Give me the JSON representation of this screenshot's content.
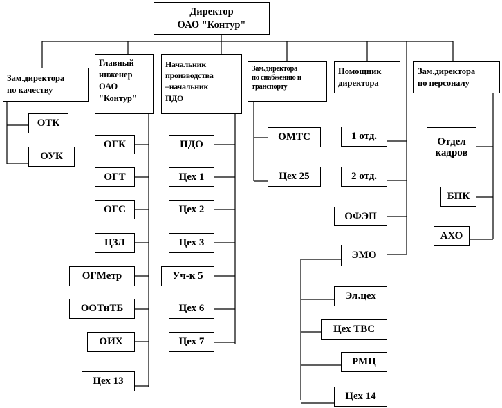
{
  "director": "Директор\nОАО \"Контур\"",
  "heads": {
    "quality": "Зам.директора\nпо качеству",
    "chief_engineer": "Главный\nинженер\nОАО\n\"Контур\"",
    "production": "Начальник\nпроизводства\n–начальник\nПДО",
    "supply": "Зам.директора\nпо снабжению и\nтранспорту",
    "assistant": "Помощник\nдиректора",
    "personnel": "Зам.директора\nпо персоналу"
  },
  "quality_units": [
    "ОТК",
    "ОУК"
  ],
  "engineer_units": [
    "ОГК",
    "ОГТ",
    "ОГС",
    "ЦЗЛ",
    "ОГМетр",
    "ООТиТБ",
    "ОИХ",
    "Цех 13"
  ],
  "production_units": [
    "ПДО",
    "Цех 1",
    "Цех 2",
    "Цех 3",
    "Уч-к 5",
    "Цех 6",
    "Цех 7"
  ],
  "supply_units": [
    "ОМТС",
    "Цех 25"
  ],
  "assistant_units": [
    "1 отд.",
    "2 отд.",
    "ОФЭП",
    "ЭМО"
  ],
  "emo_units": [
    "Эл.цех",
    "Цех ТВС",
    "РМЦ",
    "Цех 14"
  ],
  "personnel_units": [
    "Отдел\nкадров",
    "БПК",
    "АХО"
  ]
}
